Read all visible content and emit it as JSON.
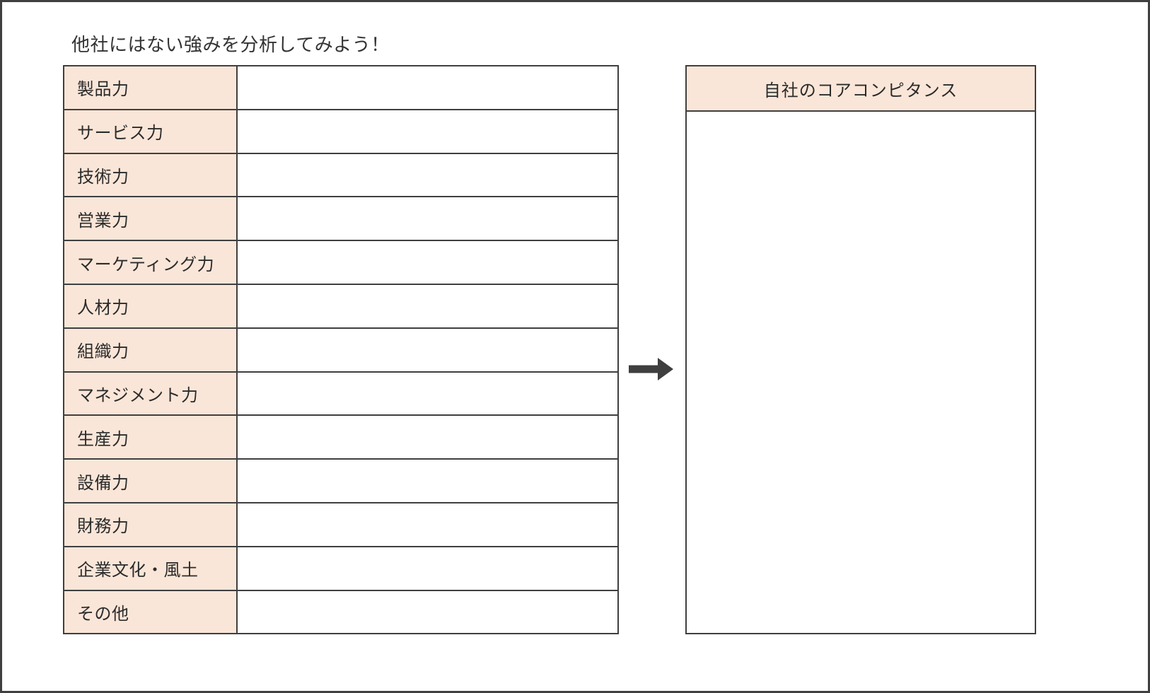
{
  "worksheet": {
    "title": "他社にはない強みを分析してみよう！"
  },
  "strength_table": {
    "rows": [
      {
        "label": "製品力",
        "value": ""
      },
      {
        "label": "サービス力",
        "value": ""
      },
      {
        "label": "技術力",
        "value": ""
      },
      {
        "label": "営業力",
        "value": ""
      },
      {
        "label": "マーケティング力",
        "value": ""
      },
      {
        "label": "人材力",
        "value": ""
      },
      {
        "label": "組織力",
        "value": ""
      },
      {
        "label": "マネジメント力",
        "value": ""
      },
      {
        "label": "生産力",
        "value": ""
      },
      {
        "label": "設備力",
        "value": ""
      },
      {
        "label": "財務力",
        "value": ""
      },
      {
        "label": "企業文化・風土",
        "value": ""
      },
      {
        "label": "その他",
        "value": ""
      }
    ]
  },
  "flow": {
    "arrow_icon": "arrow-right-icon"
  },
  "core_competence": {
    "header": "自社のコアコンピタンス",
    "body": ""
  },
  "colors": {
    "label_fill": "#fae6d8",
    "border": "#3f3f3f",
    "text": "#2b2b2b",
    "title_text": "#333333",
    "arrow": "#3f3f3f",
    "page_background": "#ffffff"
  }
}
